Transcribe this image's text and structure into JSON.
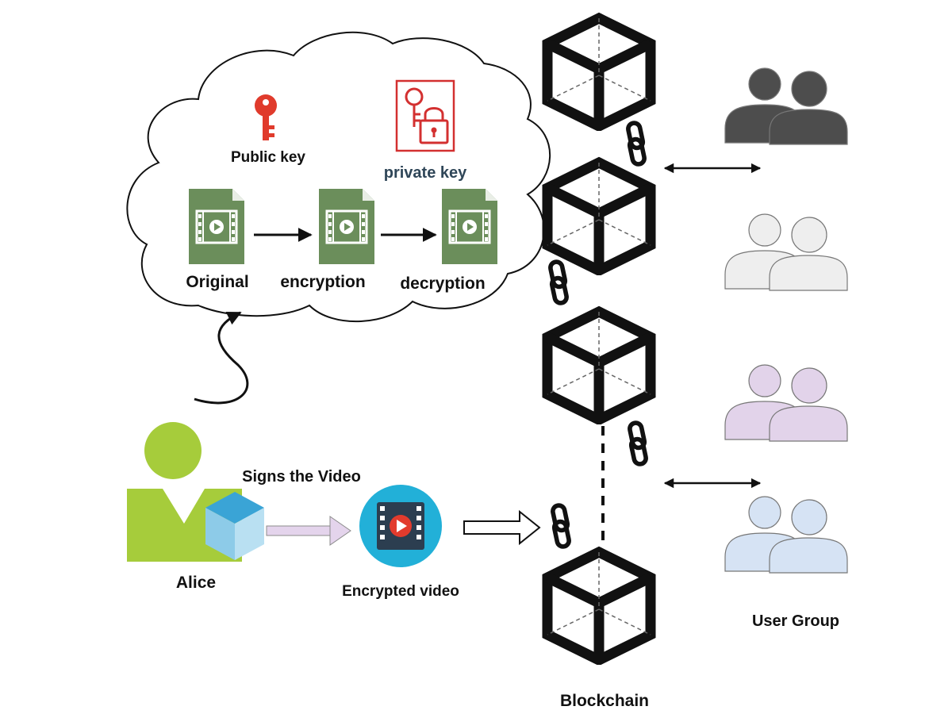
{
  "cloud": {
    "public_key_label": "Public key",
    "private_key_label": "private key",
    "files": [
      {
        "label": "Original"
      },
      {
        "label": "encryption"
      },
      {
        "label": "decryption"
      }
    ]
  },
  "sender": {
    "name": "Alice",
    "action_label": "Signs the Video",
    "output_label": "Encrypted video"
  },
  "blockchain": {
    "label": "Blockchain",
    "block_count": 4
  },
  "users": {
    "label": "User Group",
    "groups": [
      {
        "color": "#4d4d4d"
      },
      {
        "color": "#eeeeee"
      },
      {
        "color": "#e2d3ea"
      },
      {
        "color": "#d6e3f4"
      }
    ]
  },
  "colors": {
    "private_key_text": "#2f4658",
    "key_red": "#e03b2c",
    "file_green": "#6b8e5b",
    "alice_green": "#a6cc3b",
    "signature_arrow": "#e4d4ec",
    "encrypted_video_circle": "#22b0d8",
    "play_red": "#e23b2d"
  }
}
